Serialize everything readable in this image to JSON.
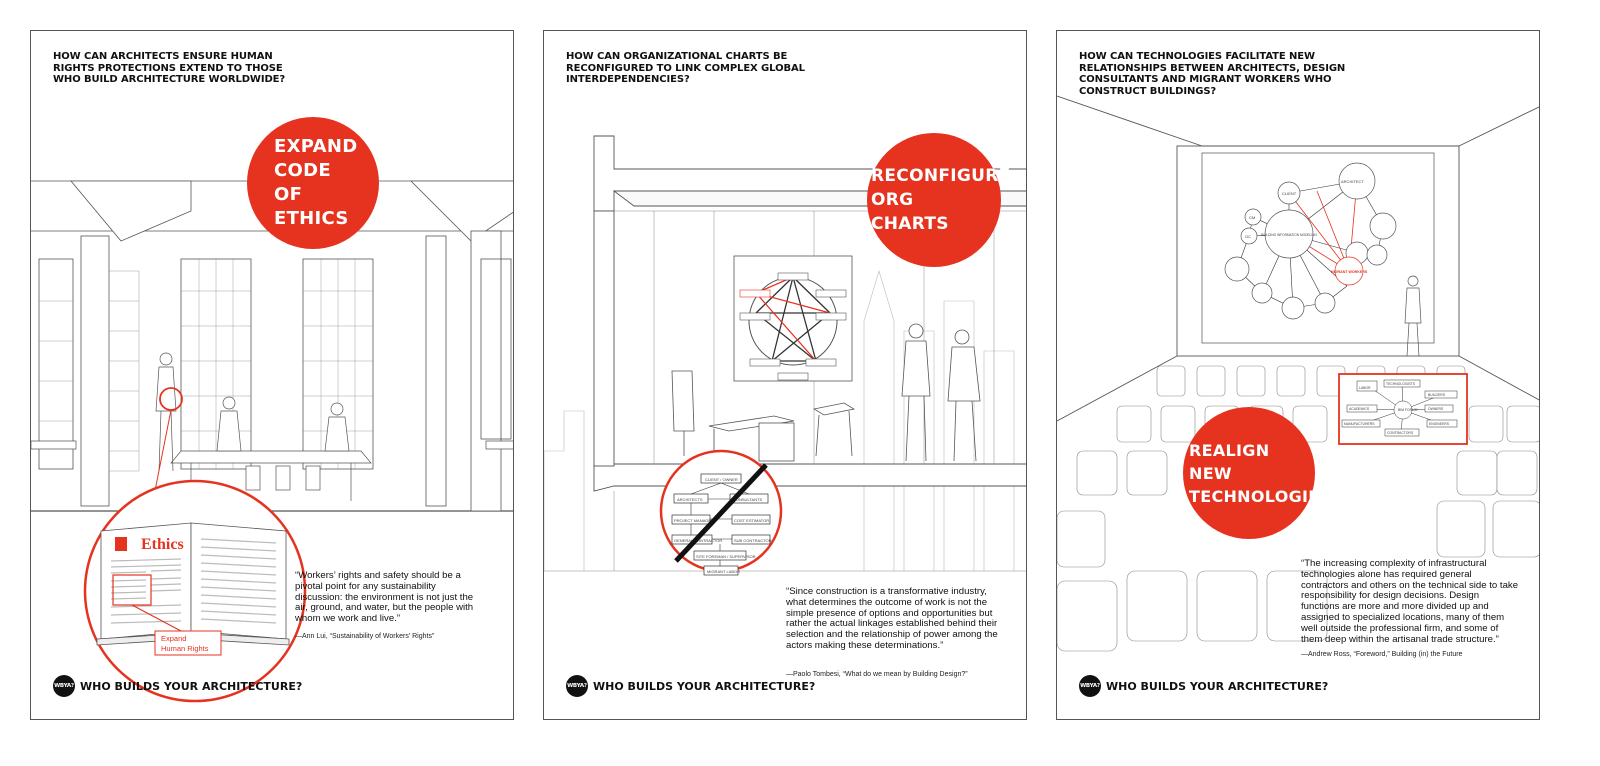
{
  "tagline": "WHO BUILDS YOUR ARCHITECTURE?",
  "logo_text": "WBYA?",
  "accent_color": "#e53320",
  "posters": [
    {
      "question": "HOW CAN ARCHITECTS ENSURE HUMAN RIGHTS PROTECTIONS EXTEND TO THOSE WHO BUILD ARCHITECTURE WORLDWIDE?",
      "badge": "EXPAND\nCODE\nOF ETHICS",
      "book_title": "Ethics",
      "callout": [
        "Expand",
        "Human Rights"
      ],
      "quote": "“Workers’ rights and safety should be a pivotal point for any sustainability discussion: the environment is not just the air, ground, and water, but the people with whom we work and live.”",
      "citation": "—Ann Lui, “Sustainability of Workers’ Rights”"
    },
    {
      "question": "HOW CAN ORGANIZATIONAL CHARTS BE RECONFIGURED TO LINK COMPLEX GLOBAL INTERDEPENDENCIES?",
      "badge": "RECONFIGURE\nORG\nCHARTS",
      "chart_nodes": [
        "CLIENT / OWNER",
        "ARCHITECTS",
        "CONSULTANTS",
        "PROJECT MANAGER",
        "COST ESTIMATOR",
        "GENERAL CONTRACTOR",
        "SUB CONTRACTOR",
        "SITE FOREMAN / SUPERVISOR",
        "MIGRANT LABOR"
      ],
      "quote": "“Since construction is a transformative industry, what determines the outcome of work is not the simple presence of options and opportunities but rather the actual linkages established behind their selection and the relationship of power among the actors making these determinations.”",
      "citation": "—Paolo Tombesi, “What do we mean by Building Design?”"
    },
    {
      "question": "HOW CAN TECHNOLOGIES FACILITATE NEW RELATIONSHIPS BETWEEN ARCHITECTS, DESIGN CONSULTANTS AND MIGRANT WORKERS WHO CONSTRUCT BUILDINGS?",
      "badge": "REALIGN\nNEW\nTECHNOLOGIES",
      "network_labels": {
        "client": "CLIENT",
        "architect": "ARCHITECT",
        "cm": "CM",
        "gc": "GC",
        "center": "BUILDING INFORMATION MODELING",
        "migrant": "MIGRANT WORKERS"
      },
      "forum_labels": {
        "center": "BIM FORUM",
        "labor": "LABOR",
        "technologists": "TECHNOLOGISTS",
        "builders": "BUILDERS",
        "academics": "ACADEMICS",
        "owners": "OWNERS",
        "manufacturers": "MANUFACTURERS",
        "engineers": "ENGINEERS",
        "contractors": "CONTRACTORS"
      },
      "quote": "“The increasing complexity of infrastructural technologies alone has required general contractors and others on the technical side to take responsibility for design decisions. Design functions are more and more divided up and assigned to specialized locations, many of them well outside the professional firm, and some of them deep within the artisanal trade structure.”",
      "citation": "—Andrew Ross, “Foreword,” Building (in) the Future"
    }
  ]
}
